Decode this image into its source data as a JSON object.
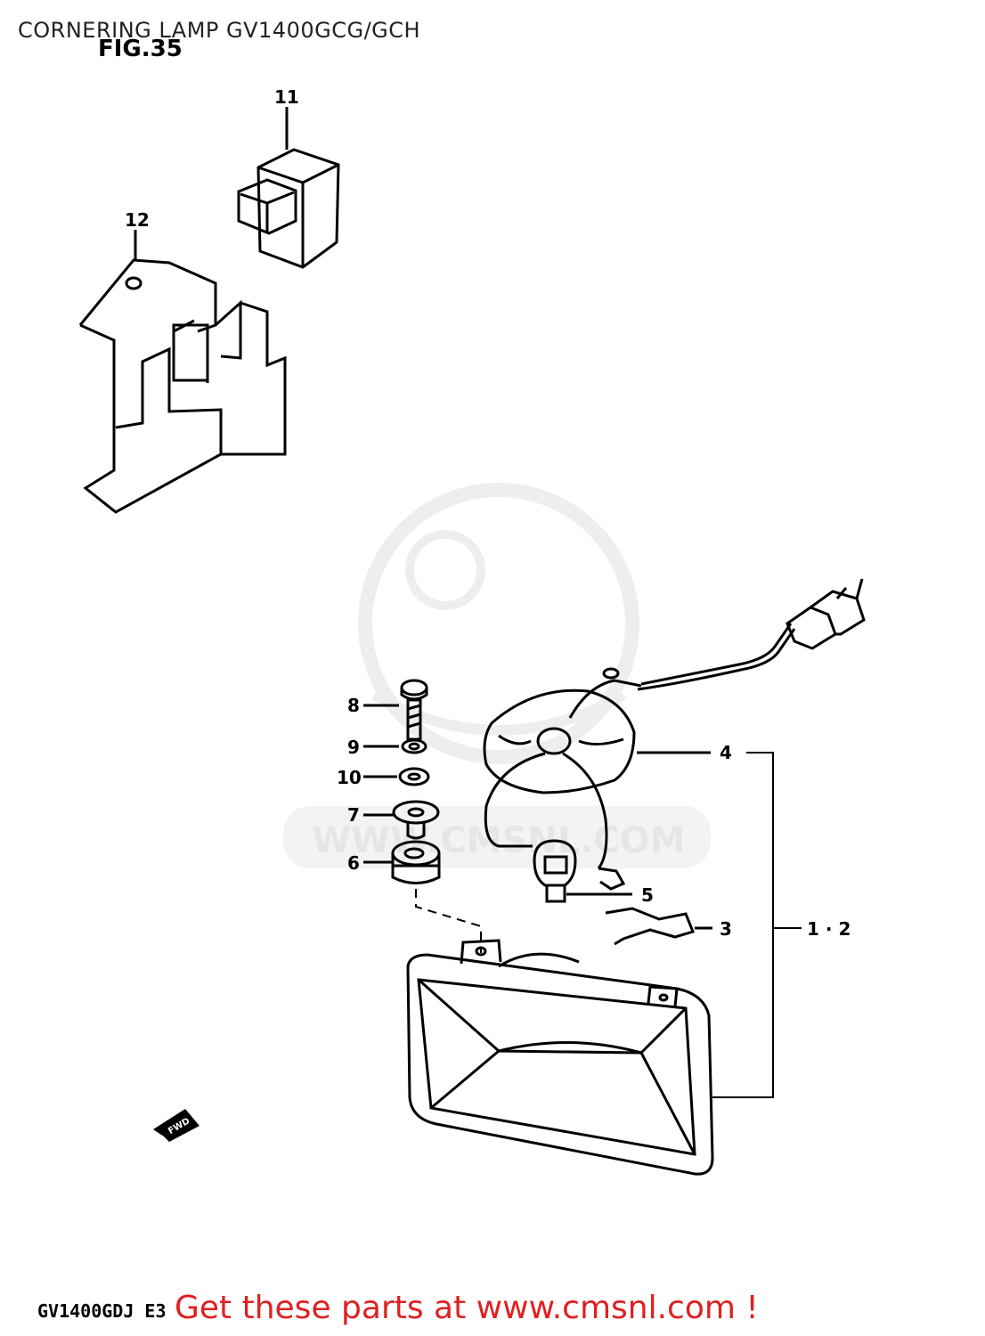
{
  "header": {
    "title": "CORNERING LAMP GV1400GCG/GCH"
  },
  "figure": {
    "label": "FIG.35",
    "model_code": "GV1400GDJ E3"
  },
  "watermark": {
    "text": "WWW.CMSNL.COM"
  },
  "fwd_tag": {
    "text": "FWD"
  },
  "callouts": [
    {
      "id": "11",
      "label": "11"
    },
    {
      "id": "12",
      "label": "12"
    },
    {
      "id": "8",
      "label": "8"
    },
    {
      "id": "9",
      "label": "9"
    },
    {
      "id": "10",
      "label": "10"
    },
    {
      "id": "7",
      "label": "7"
    },
    {
      "id": "6",
      "label": "6"
    },
    {
      "id": "4",
      "label": "4"
    },
    {
      "id": "5",
      "label": "5"
    },
    {
      "id": "3",
      "label": "3"
    },
    {
      "id": "1-2",
      "label": "1 · 2"
    }
  ],
  "footer": {
    "cta": "Get these parts at www.cmsnl.com !"
  },
  "colors": {
    "line": "#000000",
    "watermark": "#e6e6e6",
    "cta": "#e02020"
  }
}
